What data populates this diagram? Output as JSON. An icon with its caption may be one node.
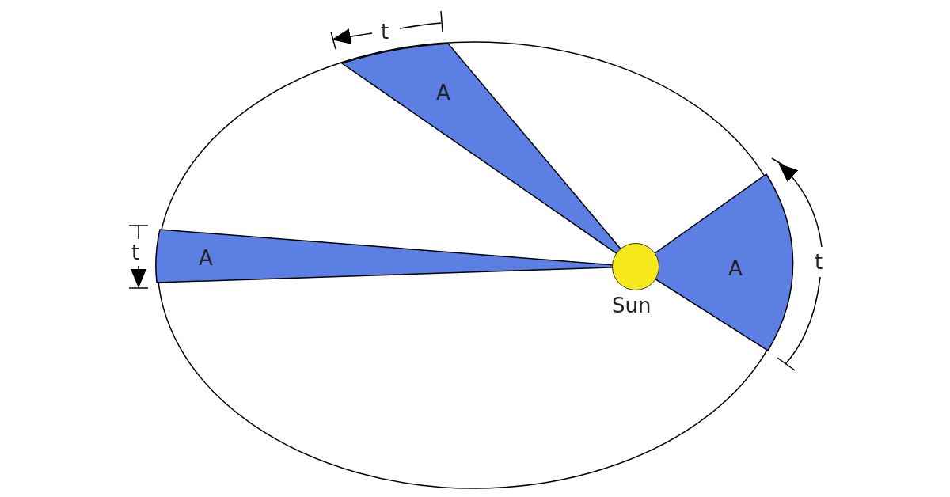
{
  "diagram": {
    "nodes": [
      {
        "text": [
          "A"
        ]
      },
      {
        "text": [
          "A"
        ]
      },
      {
        "text": [
          "A"
        ]
      },
      {
        "text": [],
        "shape": "circle",
        "beside": [
          "Sun"
        ]
      }
    ],
    "labels": [
      "t",
      "t",
      "t"
    ]
  }
}
